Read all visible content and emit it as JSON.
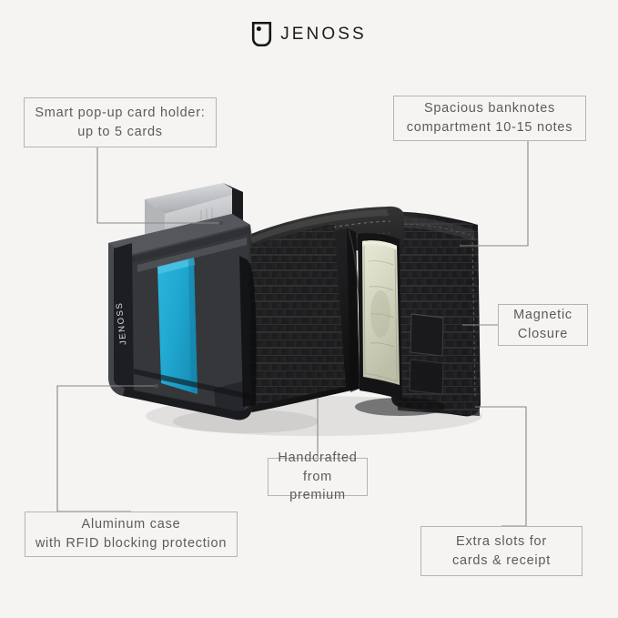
{
  "brand": {
    "wordmark": "JENOSS",
    "mark_icon": "jenoss-j-monogram-icon"
  },
  "product": {
    "alt": "Black crocodile-embossed leather trifold wallet, opened, with aluminum pop-up card case, cyan card, silver card and US banknotes",
    "case_brand_text": "JENOSS",
    "colors": {
      "background": "#f5f4f3",
      "leather_black": "#232325",
      "leather_dark": "#121214",
      "aluminum_case": "#3a3c40",
      "card_cyan": "#22abd3",
      "card_silver": "#c9cace",
      "banknote": "#ddddc9",
      "callout_border": "#b6b4b2",
      "callout_text": "#5d5b5a",
      "leader_line": "#8a8886"
    }
  },
  "callouts": [
    {
      "id": "popup",
      "line1": "Smart pop-up card holder:",
      "line2": "up to 5 cards"
    },
    {
      "id": "banknotes",
      "line1": "Spacious banknotes",
      "line2": "compartment 10-15 notes"
    },
    {
      "id": "magnetic",
      "line1": "Magnetic",
      "line2": "Closure"
    },
    {
      "id": "handcrafted",
      "line1": "Handcrafted",
      "line2": "from premium"
    },
    {
      "id": "aluminum",
      "line1": "Aluminum case",
      "line2": "with RFID blocking protection"
    },
    {
      "id": "extra",
      "line1": "Extra slots for",
      "line2": "cards & receipt"
    }
  ]
}
